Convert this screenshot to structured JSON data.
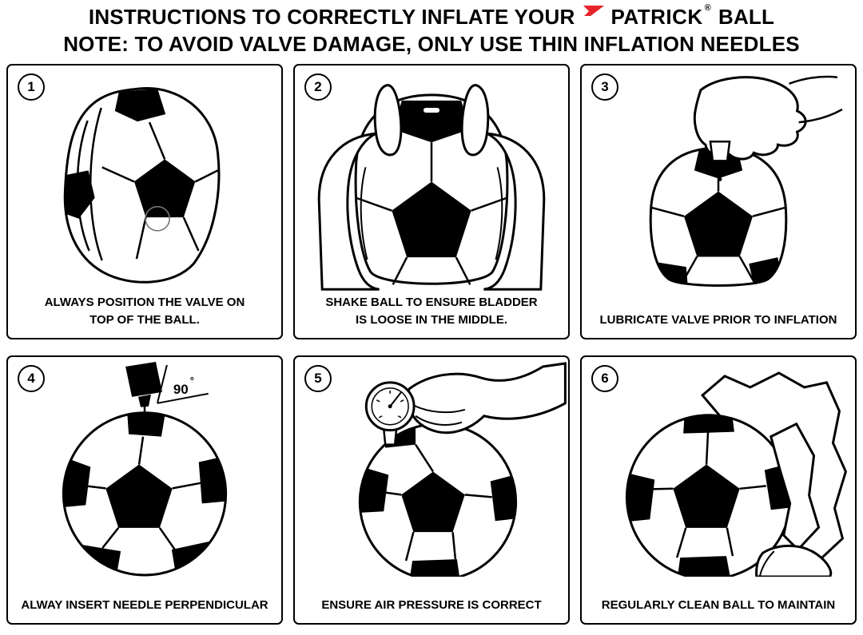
{
  "header": {
    "title_prefix": "INSTRUCTIONS TO CORRECTLY INFLATE YOUR",
    "brand": "PATRICK",
    "brand_mark": "®",
    "title_suffix": "BALL",
    "note": "NOTE: TO AVOID VALVE DAMAGE, ONLY USE THIN INFLATION NEEDLES"
  },
  "colors": {
    "brand_red": "#e8232a",
    "ink": "#000000",
    "background": "#ffffff"
  },
  "panels": [
    {
      "number": "1",
      "illustration": "deflated-ball-valve-on-top",
      "caption_line1": "ALWAYS POSITION THE VALVE ON",
      "caption_line2": "TOP OF THE BALL."
    },
    {
      "number": "2",
      "illustration": "hands-shaking-ball",
      "caption_line1": "SHAKE BALL TO ENSURE BLADDER",
      "caption_line2": "IS LOOSE IN THE MIDDLE."
    },
    {
      "number": "3",
      "illustration": "hand-lubricating-valve",
      "caption_line1": "LUBRICATE VALVE PRIOR TO INFLATION",
      "caption_line2": ""
    },
    {
      "number": "4",
      "illustration": "needle-inserted-perpendicular",
      "angle_label": "90",
      "degree_symbol": "°",
      "caption_line1": "ALWAY INSERT NEEDLE PERPENDICULAR",
      "caption_line2": ""
    },
    {
      "number": "5",
      "illustration": "pressure-gauge-on-ball",
      "caption_line1": "ENSURE AIR PRESSURE IS CORRECT",
      "caption_line2": ""
    },
    {
      "number": "6",
      "illustration": "hands-cleaning-ball",
      "caption_line1": "REGULARLY CLEAN BALL TO MAINTAIN",
      "caption_line2": ""
    }
  ]
}
